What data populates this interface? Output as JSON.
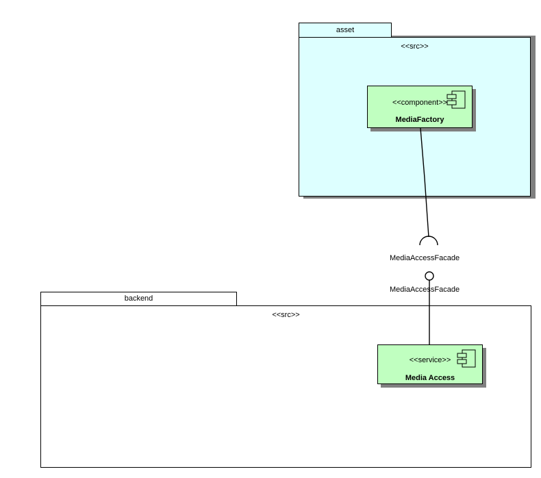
{
  "diagram": {
    "type": "uml-component-diagram",
    "title": "",
    "colors": {
      "package_fill_asset": "#ddffff",
      "package_fill_backend": "#ffffff",
      "component_fill": "#c0ffc0",
      "border": "#000000",
      "shadow": "#808080",
      "background": "#ffffff"
    }
  },
  "packages": [
    {
      "name": "asset",
      "stereotype": "<<src>>",
      "fill": "#ddffff",
      "has_shadow": true
    },
    {
      "name": "backend",
      "stereotype": "<<src>>",
      "fill": "#ffffff",
      "has_shadow": false
    }
  ],
  "components": [
    {
      "stereotype": "<<component>>",
      "name": "MediaFactory",
      "icon": "component-icon",
      "package": "asset"
    },
    {
      "stereotype": "<<service>>",
      "name": "Media Access",
      "icon": "component-icon",
      "package": "backend"
    }
  ],
  "interfaces": {
    "required": {
      "label": "MediaAccessFacade",
      "notation": "socket",
      "from": "MediaFactory"
    },
    "provided": {
      "label": "MediaAccessFacade",
      "notation": "ball",
      "from": "Media Access"
    }
  }
}
